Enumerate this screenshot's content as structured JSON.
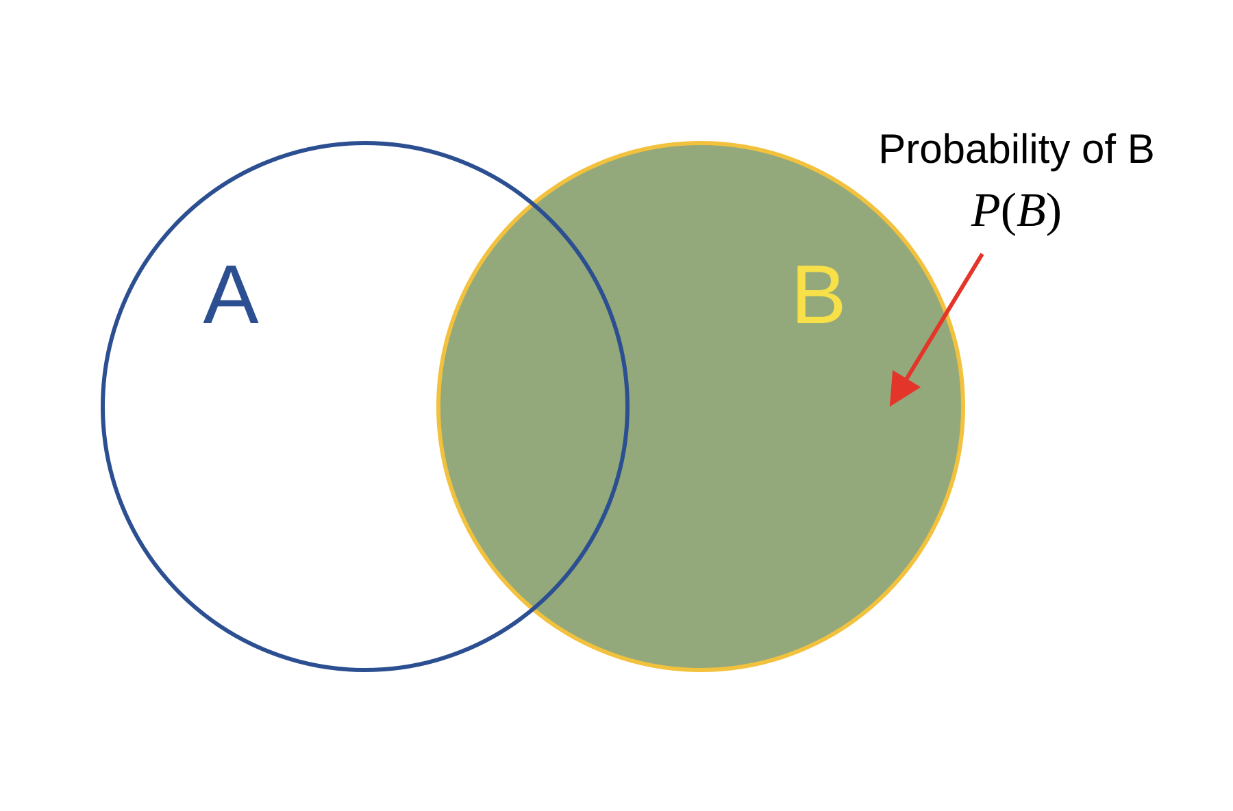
{
  "diagram": {
    "type": "venn",
    "sets": [
      {
        "name": "A"
      },
      {
        "name": "B"
      }
    ],
    "highlighted_set": "B",
    "annotation": {
      "text": "Probability of B",
      "formula": {
        "func": "P",
        "open": "(",
        "arg": "B",
        "close": ")"
      }
    }
  },
  "colors": {
    "background": "#ffffff",
    "set_a_stroke": "#2c4f91",
    "set_a_label": "#2c4f91",
    "set_b_stroke": "#f2c13d",
    "set_b_fill": "#93a97b",
    "set_b_label": "#f7e048",
    "arrow": "#e3352a",
    "text": "#000000"
  }
}
